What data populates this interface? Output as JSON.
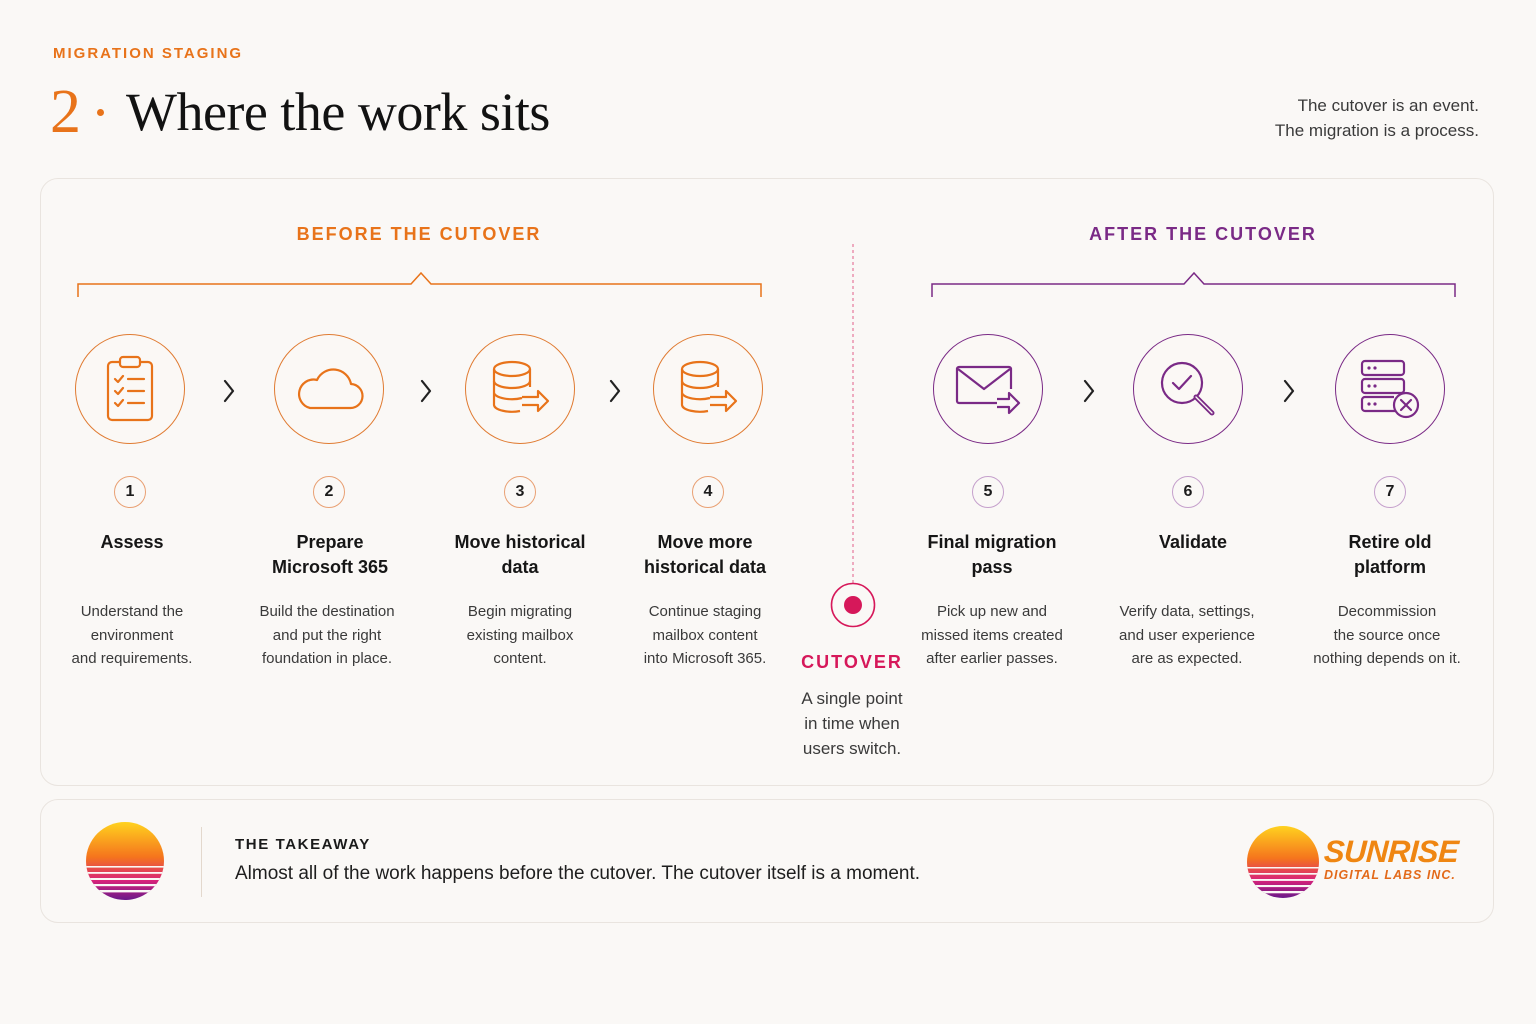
{
  "header": {
    "eyebrow": "MIGRATION STAGING",
    "number": "2",
    "title": "Where the work sits",
    "tagline_line1": "The cutover is an event.",
    "tagline_line2": "The migration is a process."
  },
  "sections": {
    "before": "BEFORE THE CUTOVER",
    "after": "AFTER THE CUTOVER"
  },
  "steps": [
    {
      "num": "1",
      "title": "Assess",
      "desc_l1": "Understand the",
      "desc_l2": "environment",
      "desc_l3": "and requirements.",
      "icon": "clipboard-checklist-icon"
    },
    {
      "num": "2",
      "title_l1": "Prepare",
      "title_l2": "Microsoft 365",
      "desc_l1": "Build the destination",
      "desc_l2": "and put the right",
      "desc_l3": "foundation in place.",
      "icon": "cloud-icon"
    },
    {
      "num": "3",
      "title_l1": "Move historical",
      "title_l2": "data",
      "desc_l1": "Begin migrating",
      "desc_l2": "existing mailbox",
      "desc_l3": "content.",
      "icon": "database-transfer-icon"
    },
    {
      "num": "4",
      "title_l1": "Move more",
      "title_l2": "historical data",
      "desc_l1": "Continue staging",
      "desc_l2": "mailbox content",
      "desc_l3": "into Microsoft 365.",
      "icon": "database-transfer-icon"
    },
    {
      "num": "5",
      "title_l1": "Final migration",
      "title_l2": "pass",
      "desc_l1": "Pick up new and",
      "desc_l2": "missed items created",
      "desc_l3": "after earlier passes.",
      "icon": "mail-forward-icon"
    },
    {
      "num": "6",
      "title": "Validate",
      "desc_l1": "Verify data, settings,",
      "desc_l2": "and user experience",
      "desc_l3": "are as expected.",
      "icon": "magnifier-check-icon"
    },
    {
      "num": "7",
      "title_l1": "Retire old",
      "title_l2": "platform",
      "desc_l1": "Decommission",
      "desc_l2": "the source once",
      "desc_l3": "nothing depends on it.",
      "icon": "server-remove-icon"
    }
  ],
  "cutover": {
    "label": "CUTOVER",
    "desc_l1": "A single point",
    "desc_l2": "in time when",
    "desc_l3": "users switch."
  },
  "takeaway": {
    "heading": "THE TAKEAWAY",
    "text": "Almost all of the work happens before the cutover. The cutover itself is a moment."
  },
  "brand": {
    "name": "SUNRISE",
    "sub": "DIGITAL LABS INC."
  },
  "colors": {
    "orange": "#e8731a",
    "purple": "#7a2a86",
    "cutover": "#d6185a"
  }
}
